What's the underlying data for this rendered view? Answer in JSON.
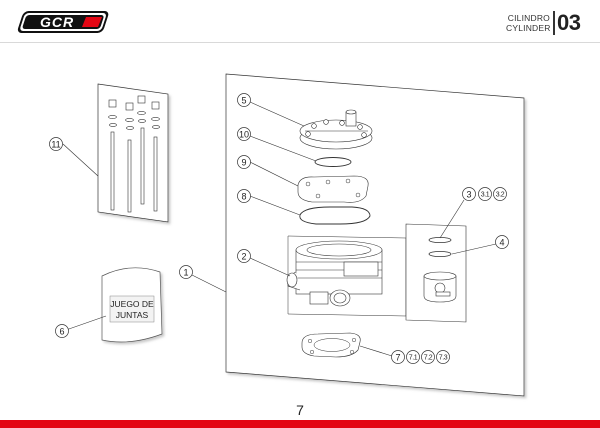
{
  "header": {
    "brand": "GCR",
    "title_es": "CILINDRO",
    "title_en": "CYLINDER",
    "section_number": "03"
  },
  "colors": {
    "brand_red": "#e30613",
    "line": "#222222",
    "panel_shadow": "#d8d8d8"
  },
  "callouts": {
    "c1": "1",
    "c2": "2",
    "c3": "3",
    "c3_1": "3.1",
    "c3_2": "3.2",
    "c4": "4",
    "c5": "5",
    "c6": "6",
    "c7": "7",
    "c7_1": "7.1",
    "c7_2": "7.2",
    "c7_3": "7.3",
    "c8": "8",
    "c9": "9",
    "c10": "10",
    "c11": "11"
  },
  "gasket_kit": {
    "line1": "JUEGO DE",
    "line2": "JUNTAS"
  },
  "footer": {
    "page_number": "7"
  }
}
